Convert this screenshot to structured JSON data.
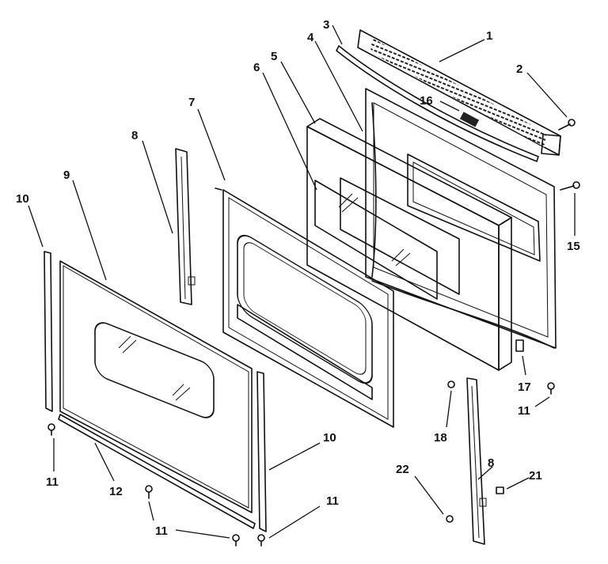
{
  "diagram": {
    "callouts": [
      {
        "id": "c1",
        "label": "1"
      },
      {
        "id": "c2",
        "label": "2"
      },
      {
        "id": "c3",
        "label": "3"
      },
      {
        "id": "c4",
        "label": "4"
      },
      {
        "id": "c5",
        "label": "5"
      },
      {
        "id": "c6",
        "label": "6"
      },
      {
        "id": "c7",
        "label": "7"
      },
      {
        "id": "c8a",
        "label": "8"
      },
      {
        "id": "c8b",
        "label": "8"
      },
      {
        "id": "c9",
        "label": "9"
      },
      {
        "id": "c10a",
        "label": "10"
      },
      {
        "id": "c10b",
        "label": "10"
      },
      {
        "id": "c11a",
        "label": "11"
      },
      {
        "id": "c11b",
        "label": "11"
      },
      {
        "id": "c11c",
        "label": "11"
      },
      {
        "id": "c11d",
        "label": "11"
      },
      {
        "id": "c12",
        "label": "12"
      },
      {
        "id": "c15",
        "label": "15"
      },
      {
        "id": "c16",
        "label": "16"
      },
      {
        "id": "c17",
        "label": "17"
      },
      {
        "id": "c18",
        "label": "18"
      },
      {
        "id": "c21",
        "label": "21"
      },
      {
        "id": "c22",
        "label": "22"
      }
    ]
  }
}
